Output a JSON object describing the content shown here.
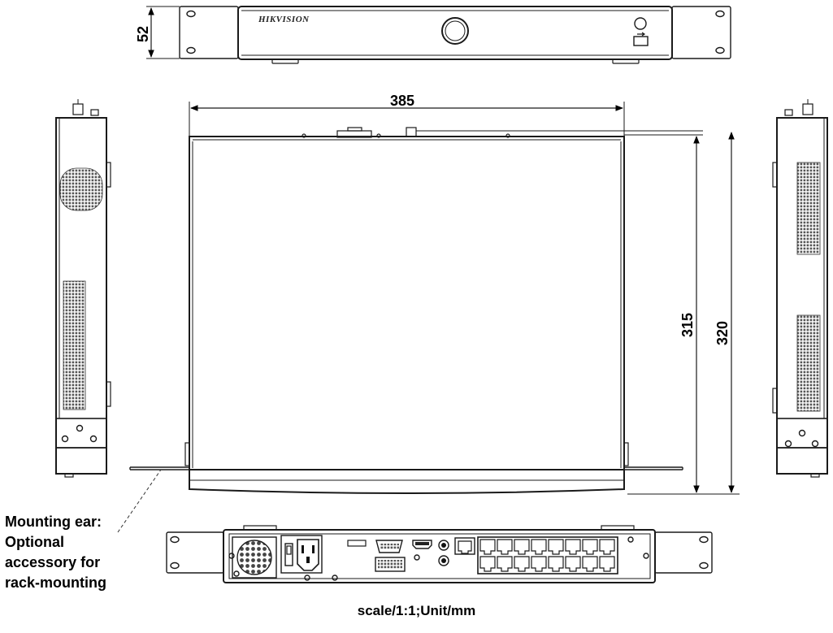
{
  "front_view": {
    "brand": "HIKVISION",
    "height_dim": "52"
  },
  "top_view": {
    "width_dim": "385",
    "depth_dim": "315",
    "total_depth_dim": "320"
  },
  "callout": {
    "lines": [
      "Mounting ear:",
      "Optional",
      "accessory for",
      "rack-mounting"
    ]
  },
  "scale_note": "scale/1:1;Unit/mm"
}
